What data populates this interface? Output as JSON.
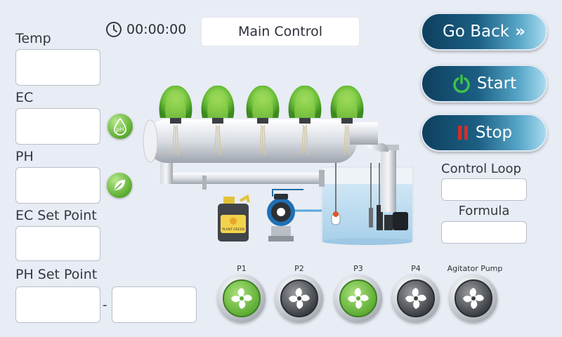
{
  "header": {
    "timer": "00:00:00",
    "title": "Main Control"
  },
  "left_panel": {
    "temp_label": "Temp",
    "ec_label": "EC",
    "ph_label": "PH",
    "ec_set_point_label": "EC Set Point",
    "ph_set_point_label": "PH Set Point",
    "range_separator": "-"
  },
  "right_panel": {
    "go_back_label": "Go Back",
    "go_back_chevron": "»",
    "start_label": "Start",
    "stop_label": "Stop",
    "control_loop_label": "Control Loop",
    "formula_label": "Formula"
  },
  "diagram": {
    "bottle_label": "PLANT GREEN"
  },
  "pumps": [
    {
      "label": "P1",
      "state": "on"
    },
    {
      "label": "P2",
      "state": "off"
    },
    {
      "label": "P3",
      "state": "on"
    },
    {
      "label": "P4",
      "state": "off"
    },
    {
      "label": "Agitator Pump",
      "state": "off"
    }
  ],
  "colors": {
    "background": "#e8ecf4",
    "button_dark": "#0e3f5e",
    "button_light": "#a8daee",
    "power_green": "#3fc24a",
    "stop_red": "#d0302a",
    "pump_on": "#5fae36",
    "pump_off": "#3e4247"
  },
  "icons": [
    "clock-icon",
    "ph-drop-icon",
    "leaf-icon",
    "power-icon",
    "pause-icon",
    "fan-icon"
  ]
}
